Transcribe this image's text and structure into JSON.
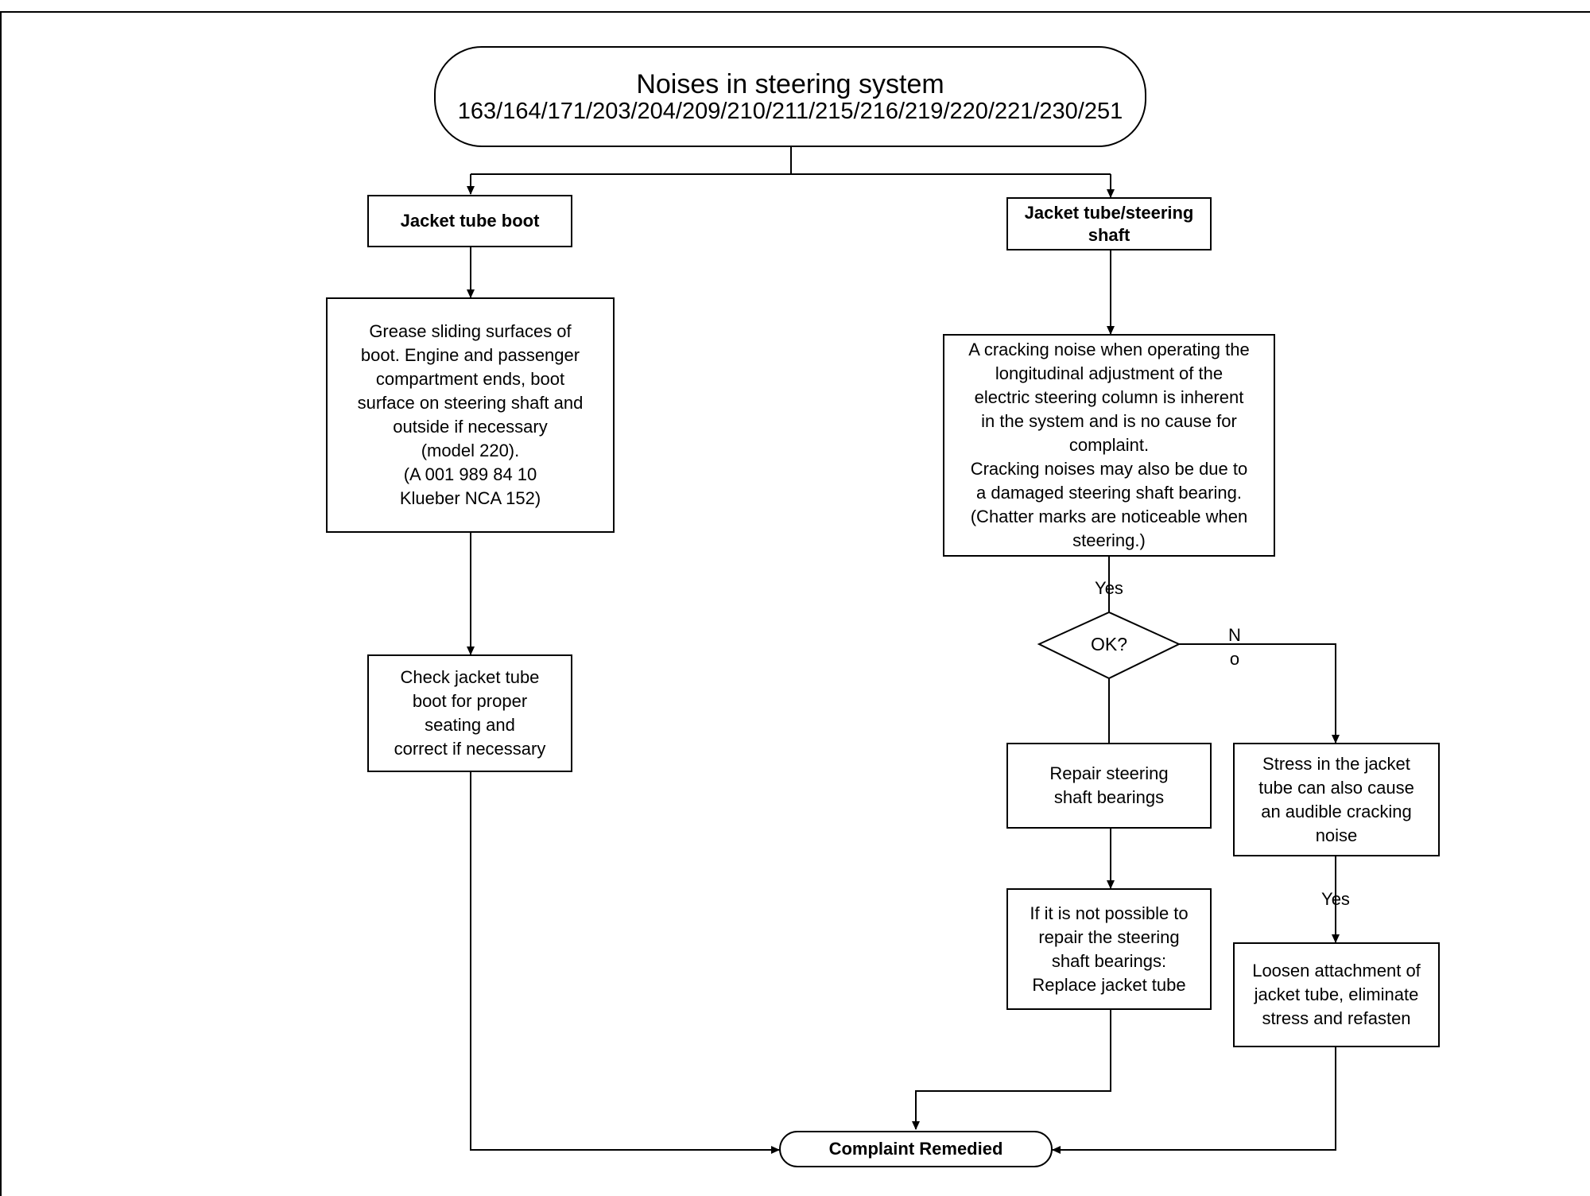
{
  "diagram": {
    "title": "Noises in steering system",
    "models": "163/164/171/203/204/209/210/211/215/216/219/220/221/230/251",
    "left_branch": {
      "heading": "Jacket tube boot",
      "step1": "Grease sliding surfaces of\nboot. Engine and passenger\ncompartment ends, boot\nsurface on steering shaft and\noutside if necessary\n(model 220).\n(A 001 989 84 10\nKlueber NCA 152)",
      "step2": "Check jacket tube\nboot for proper\nseating and\ncorrect if necessary"
    },
    "right_branch": {
      "heading": "Jacket tube/steering\nshaft",
      "info": "A cracking noise when operating the\nlongitudinal adjustment of the\nelectric steering column is inherent\nin the system and is no cause for\ncomplaint.\nCracking noises may also be due to\na damaged steering shaft bearing.\n(Chatter marks are noticeable when\nsteering.)",
      "yes_label_1": "Yes",
      "decision": "OK?",
      "no_label": "N\no",
      "repair": "Repair steering\nshaft bearings",
      "replace": "If it is not possible to\nrepair the steering\nshaft bearings:\nReplace jacket tube",
      "stress": "Stress in the jacket\ntube can also cause\nan audible cracking\nnoise",
      "yes_label_2": "Yes",
      "loosen": "Loosen attachment of\njacket tube, eliminate\nstress and refasten"
    },
    "end": "Complaint Remedied"
  }
}
